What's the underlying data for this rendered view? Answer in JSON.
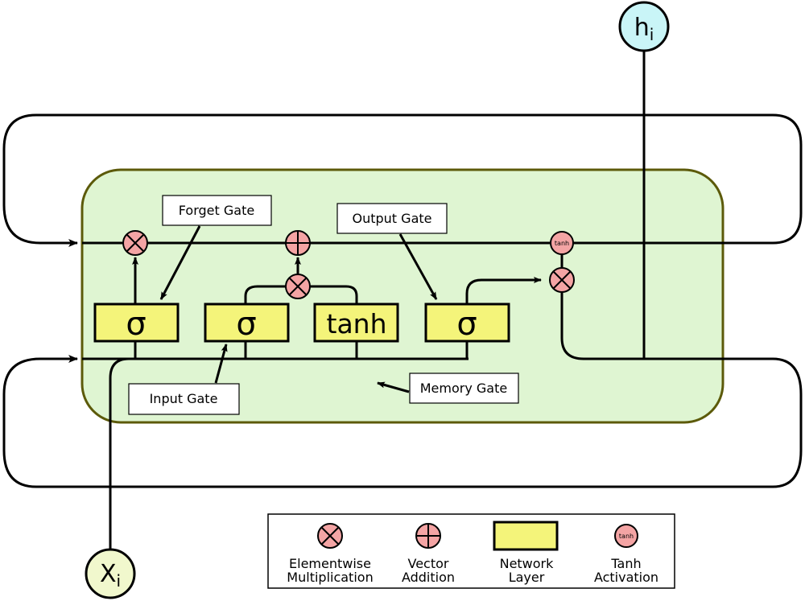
{
  "nodes": {
    "output": {
      "base": "h",
      "sub": "i"
    },
    "input": {
      "base": "X",
      "sub": "i"
    }
  },
  "layers": [
    "σ",
    "σ",
    "tanh",
    "σ"
  ],
  "ops": {
    "tanh_small": "tanh"
  },
  "callouts": {
    "forget_gate": "Forget Gate",
    "output_gate": "Output Gate",
    "input_gate": "Input Gate",
    "memory_gate": "Memory Gate"
  },
  "legend": {
    "mult": [
      "Elementwise",
      "Multiplication"
    ],
    "add": [
      "Vector",
      "Addition"
    ],
    "layer": [
      "Network",
      "Layer"
    ],
    "tanh": [
      "Tanh",
      "Activation"
    ],
    "tanh_icon": "tanh"
  },
  "colors": {
    "cell_fill": "#dff5d2",
    "cell_stroke": "#5c5a0a",
    "layer_fill": "#f4f47a",
    "op_fill": "#f4a4a4",
    "output_node_fill": "#c9f5f7",
    "input_node_fill": "#f1f8cd"
  }
}
